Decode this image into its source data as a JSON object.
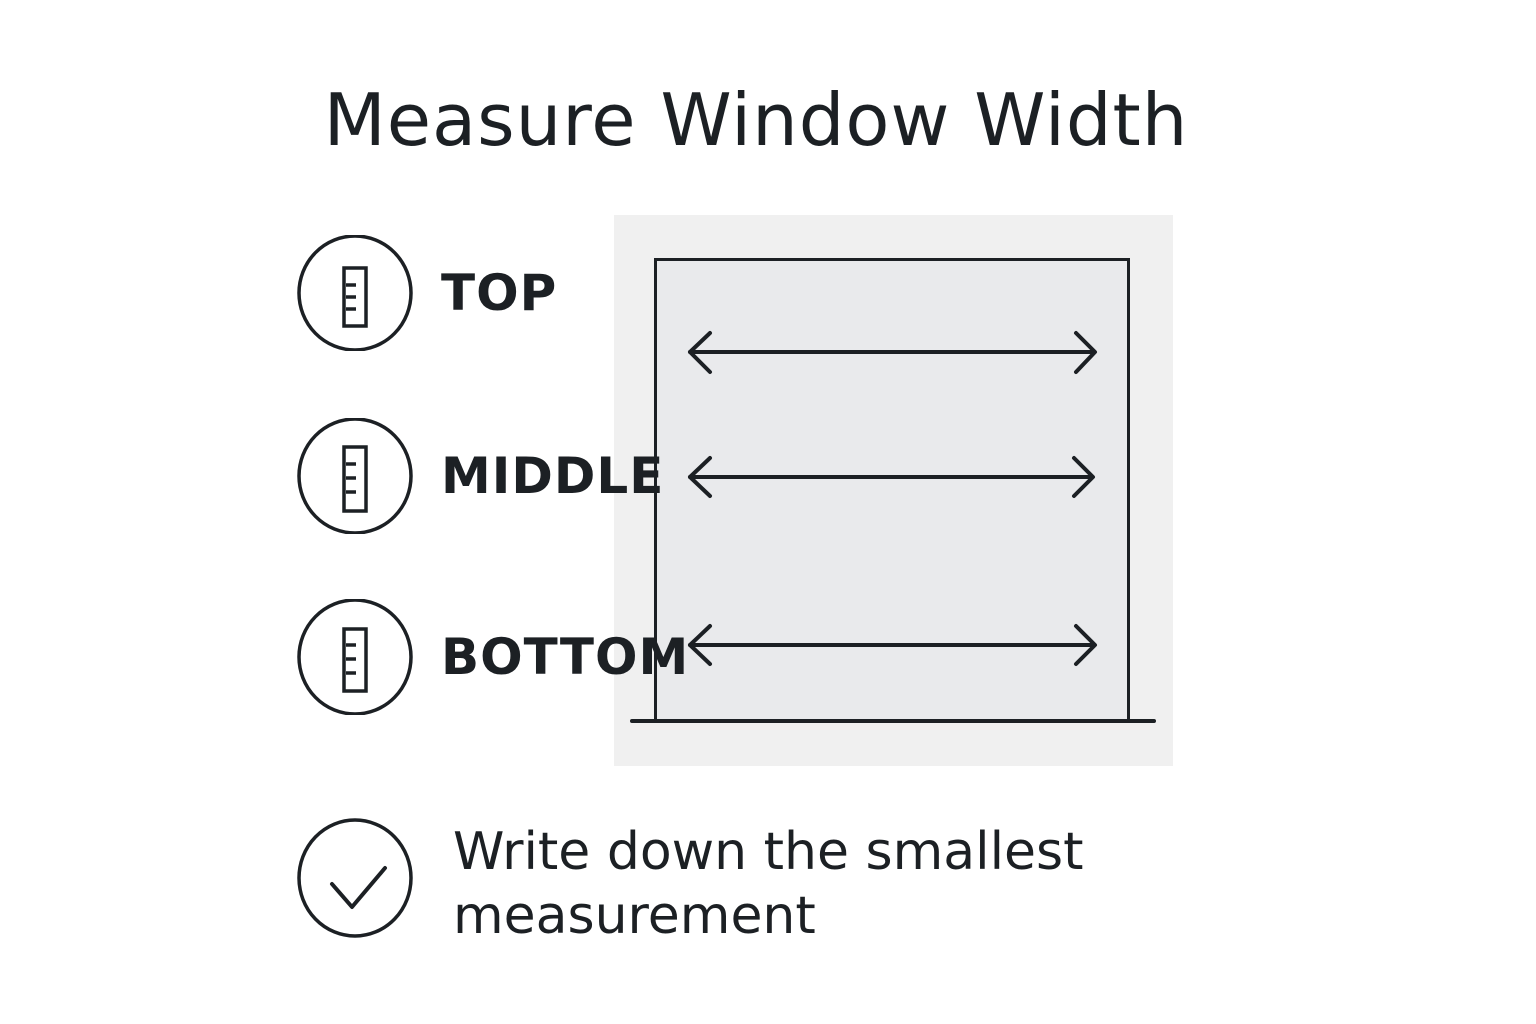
{
  "header": {
    "title": "Measure Window Width"
  },
  "steps": [
    {
      "label": "TOP",
      "icon": "ruler-icon"
    },
    {
      "label": "MIDDLE",
      "icon": "ruler-icon"
    },
    {
      "label": "BOTTOM",
      "icon": "ruler-icon"
    }
  ],
  "final_step": {
    "icon": "checkmark-icon",
    "text": "Write down the smallest measurement"
  },
  "colors": {
    "ink": "#1c2024",
    "panel": "#f0f0f0",
    "window": "#e9eaec",
    "background": "#ffffff"
  }
}
